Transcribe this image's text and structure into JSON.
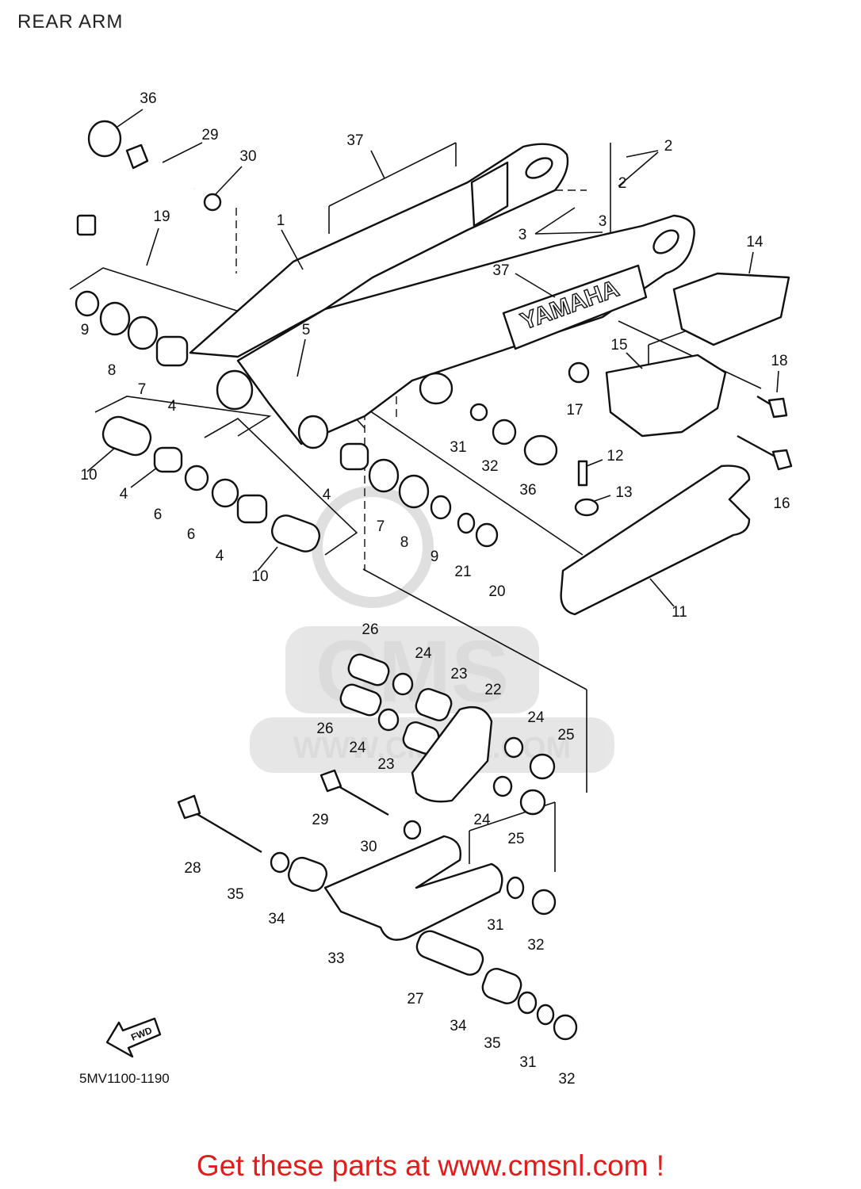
{
  "header": {
    "title": "REAR ARM"
  },
  "diagram": {
    "drawing_code": "5MV1100-1190",
    "fwd_label": "FWD",
    "brand_on_arm": "YAMAHA",
    "watermark": {
      "logo": "CMS",
      "url": "WWW.CMSNL.COM"
    },
    "callouts": [
      "1",
      "2",
      "2",
      "3",
      "3",
      "4",
      "4",
      "4",
      "4",
      "5",
      "6",
      "6",
      "7",
      "7",
      "8",
      "8",
      "9",
      "9",
      "10",
      "10",
      "11",
      "12",
      "13",
      "14",
      "15",
      "16",
      "17",
      "18",
      "19",
      "20",
      "21",
      "22",
      "23",
      "23",
      "24",
      "24",
      "24",
      "24",
      "25",
      "25",
      "26",
      "26",
      "27",
      "28",
      "29",
      "29",
      "30",
      "30",
      "31",
      "31",
      "31",
      "32",
      "32",
      "32",
      "33",
      "34",
      "34",
      "35",
      "35",
      "36",
      "36",
      "37",
      "37"
    ]
  },
  "footer": {
    "promo_text": "Get these parts at www.cmsnl.com !"
  }
}
